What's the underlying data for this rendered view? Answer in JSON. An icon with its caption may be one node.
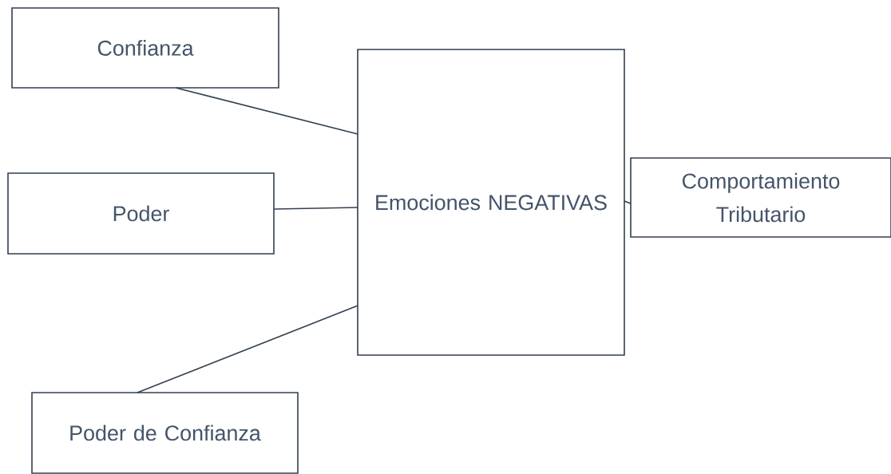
{
  "diagram": {
    "nodes": [
      {
        "text": [
          "Confianza"
        ]
      },
      {
        "text": [
          "Poder"
        ]
      },
      {
        "text": [
          "Poder de Confianza"
        ]
      },
      {
        "text": [
          "Emociones NEGATIVAS"
        ]
      },
      {
        "text": [
          "Comportamiento Tributario"
        ]
      }
    ],
    "edges": [
      {
        "from": 0,
        "to": 3,
        "arrow": "none"
      },
      {
        "from": 1,
        "to": 3,
        "arrow": "none"
      },
      {
        "from": 2,
        "to": 3,
        "arrow": "none"
      },
      {
        "from": 3,
        "to": 4,
        "arrow": "none"
      }
    ]
  }
}
